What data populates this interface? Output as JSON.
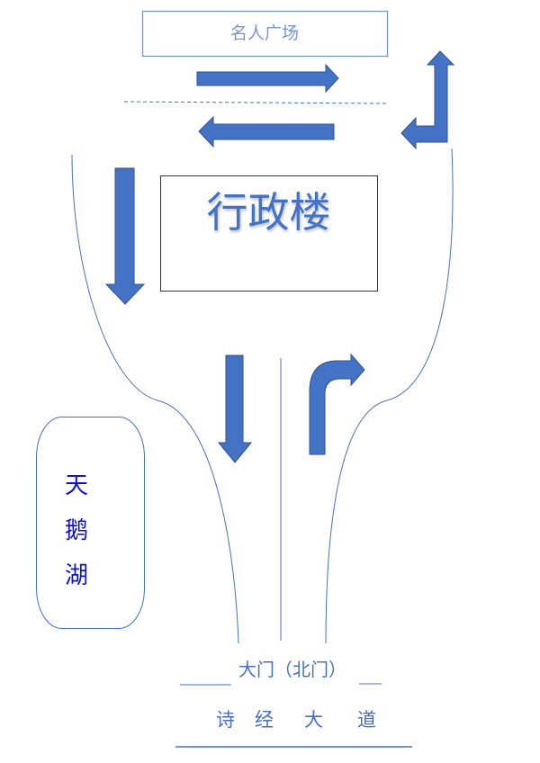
{
  "labels": {
    "plaza": "名人广场",
    "admin_building": "行政楼",
    "lake": [
      "天",
      "鹅",
      "湖"
    ],
    "gate": "大门（北门）",
    "road": [
      "诗",
      "经",
      "大",
      "道"
    ]
  },
  "colors": {
    "arrow_fill": "#4472C4",
    "arrow_stroke": "#2F528F",
    "line": "#4472C4"
  }
}
